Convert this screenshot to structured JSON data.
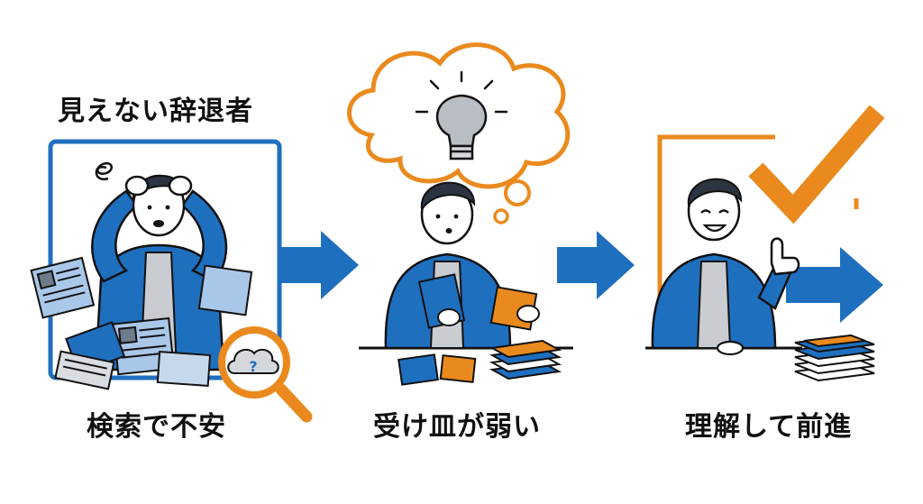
{
  "title": "見えない辞退者",
  "steps": [
    {
      "caption": "検索で不安"
    },
    {
      "caption": "受け皿が弱い"
    },
    {
      "caption": "理解して前進"
    }
  ],
  "colors": {
    "blue": "#1f6fbf",
    "blue_dark": "#184f8f",
    "orange": "#ea8a1e",
    "gray": "#b9bec4",
    "ink": "#111111"
  },
  "icons": {
    "question_cloud": "?"
  }
}
